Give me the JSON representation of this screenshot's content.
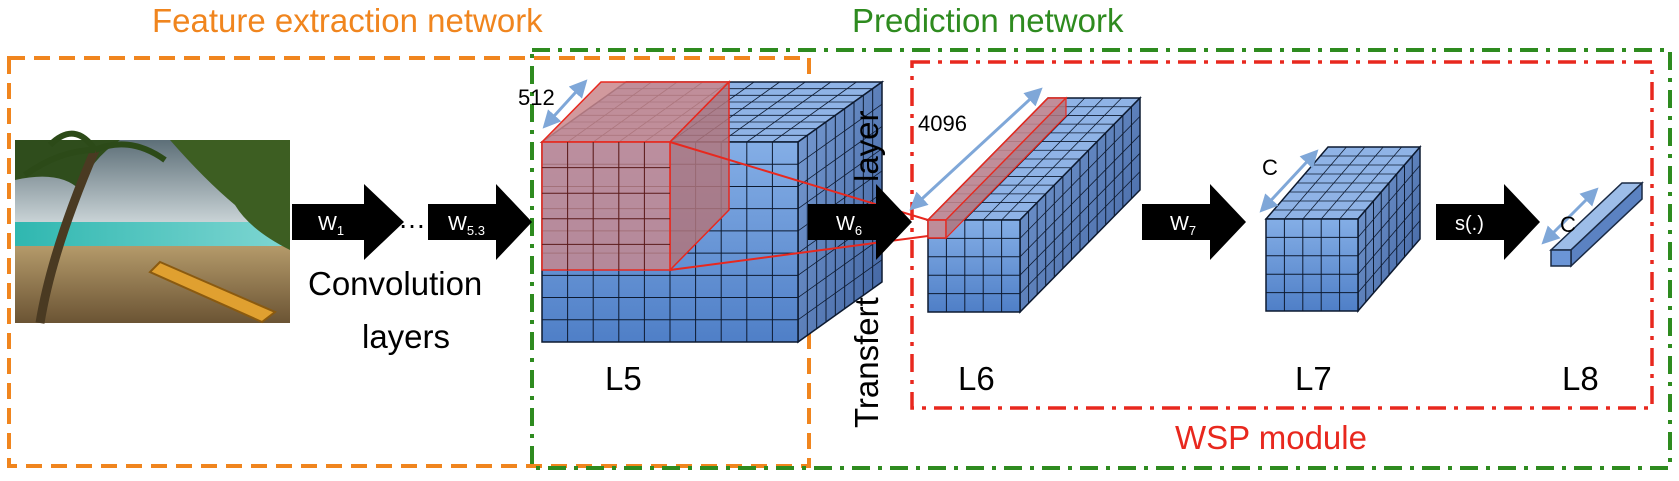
{
  "titles": {
    "feature": "Feature extraction network",
    "prediction": "Prediction network",
    "wsp": "WSP module"
  },
  "layers": {
    "l5": "L5",
    "l6": "L6",
    "l7": "L7",
    "l8": "L8"
  },
  "arrows": {
    "w1": "W",
    "w1_sub": "1",
    "w53": "W",
    "w53_sub": "5.3",
    "w6": "W",
    "w6_sub": "6",
    "w7": "W",
    "w7_sub": "7",
    "s": "s(.)"
  },
  "ellipsis": "…",
  "conv_label": {
    "line1": "Convolution",
    "line2": "layers"
  },
  "dims": {
    "d512": "512",
    "d4096": "4096",
    "c1": "C",
    "c2": "C"
  },
  "transfer": {
    "word1": "Transfert",
    "word2": "layer"
  },
  "colors": {
    "orange": "#F0851E",
    "green": "#2E8B1F",
    "red": "#E8281E",
    "blue_front": "#6B95D6",
    "blue_dark": "#4E76B8",
    "dim_arrow": "#7FA7D8",
    "pink": "#C9878C"
  },
  "icons": {
    "photo": "beach-photo-icon",
    "arrow": "black-arrow-icon"
  }
}
